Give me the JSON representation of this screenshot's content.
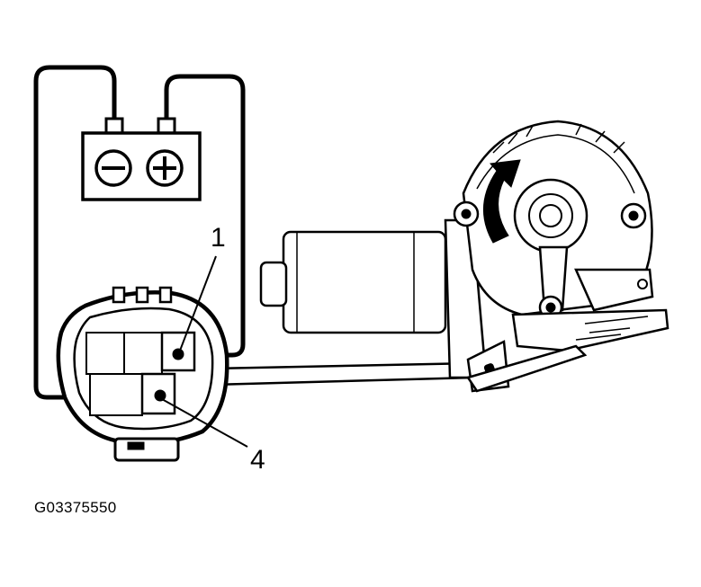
{
  "callouts": {
    "terminal_1": "1",
    "terminal_4": "4"
  },
  "battery": {
    "negative_symbol": "−",
    "positive_symbol": "+"
  },
  "figure_code": "G03375550"
}
